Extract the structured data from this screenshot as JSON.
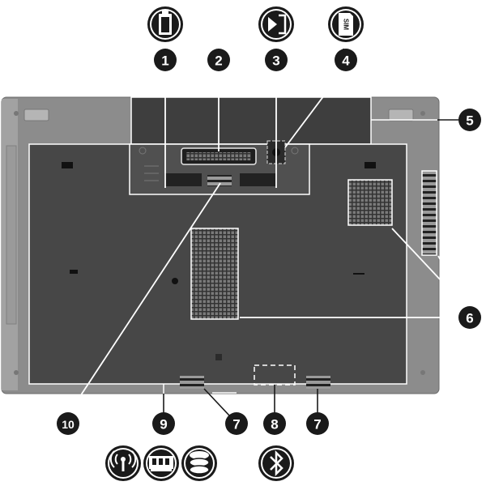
{
  "callouts": [
    {
      "label": "1",
      "icon": "battery-icon"
    },
    {
      "label": "2",
      "icon": null
    },
    {
      "label": "3",
      "icon": "battery-release-icon"
    },
    {
      "label": "4",
      "icon": "sim-icon"
    },
    {
      "label": "5",
      "icon": null
    },
    {
      "label": "6",
      "icon": null
    },
    {
      "label": "7",
      "icon": null
    },
    {
      "label": "8",
      "icon": "bluetooth-icon"
    },
    {
      "label": "7",
      "icon": null
    },
    {
      "label": "9",
      "icon": "wireless-memory-drive-icons"
    },
    {
      "label": "10",
      "icon": null
    }
  ],
  "sim_text": "SIM",
  "colors": {
    "base_outer": "#8f8f8f",
    "base_panel": "#4a4a4a",
    "base_border": "#ffffff",
    "callout_fill": "#1a1a1a",
    "vent": "#6a6a6a"
  }
}
